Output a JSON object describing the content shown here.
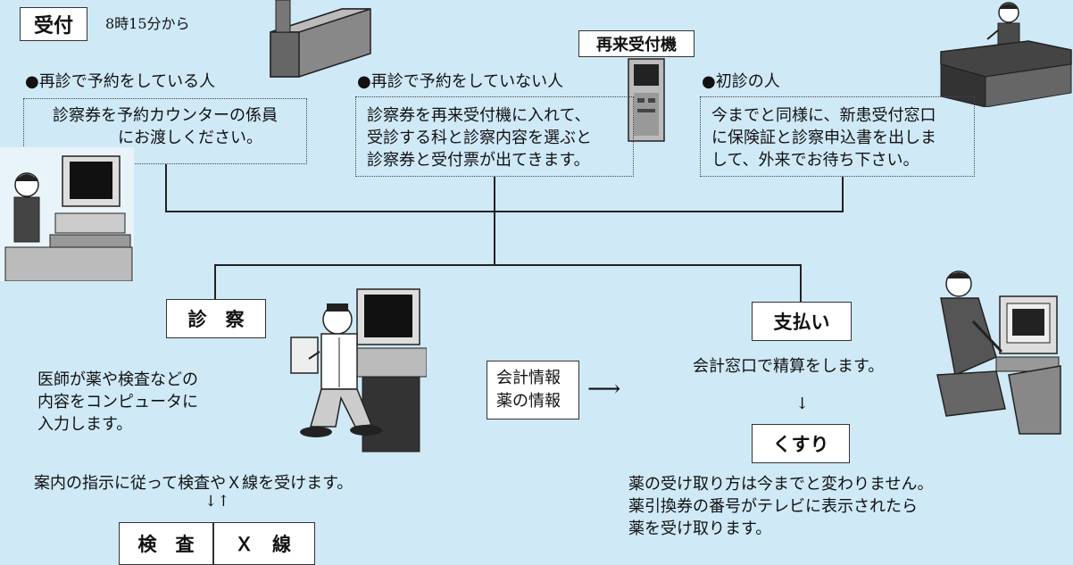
{
  "reception": {
    "title": "受付",
    "time": "8時15分から",
    "machine_label": "再来受付機"
  },
  "branches": [
    {
      "heading": "●再診で予約をしている人",
      "lines": [
        "診察券を予約カウンターの係員",
        "にお渡しください。"
      ]
    },
    {
      "heading": "●再診で予約をしていない人",
      "lines": [
        "診察券を再来受付機に入れて、",
        "受診する科と診察内容を選ぶと",
        "診察券と受付票が出てきます。"
      ]
    },
    {
      "heading": "●初診の人",
      "lines": [
        "今までと同様に、新患受付窓口",
        "に保険証と診察申込書を出しま",
        "して、外来でお待ち下さい。"
      ]
    }
  ],
  "exam": {
    "title": "診　察",
    "desc_lines": [
      "医師が薬や検査などの",
      "内容をコンピュータに",
      "入力します。"
    ],
    "instruction": "案内の指示に従って検査やＸ線を受けます。",
    "arrows": "↓↑",
    "test_label": "検　査",
    "xray_label": "Ｘ　線"
  },
  "info": {
    "lines": [
      "会計情報",
      "薬の情報"
    ],
    "arrow": "⟶"
  },
  "payment": {
    "title": "支払い",
    "desc": "会計窓口で精算をします。",
    "arrow": "↓"
  },
  "medicine": {
    "title": "くすり",
    "desc_lines": [
      "薬の受け取り方は今までと変わりません。",
      "薬引換券の番号がテレビに表示されたら",
      "薬を受け取ります。"
    ]
  }
}
